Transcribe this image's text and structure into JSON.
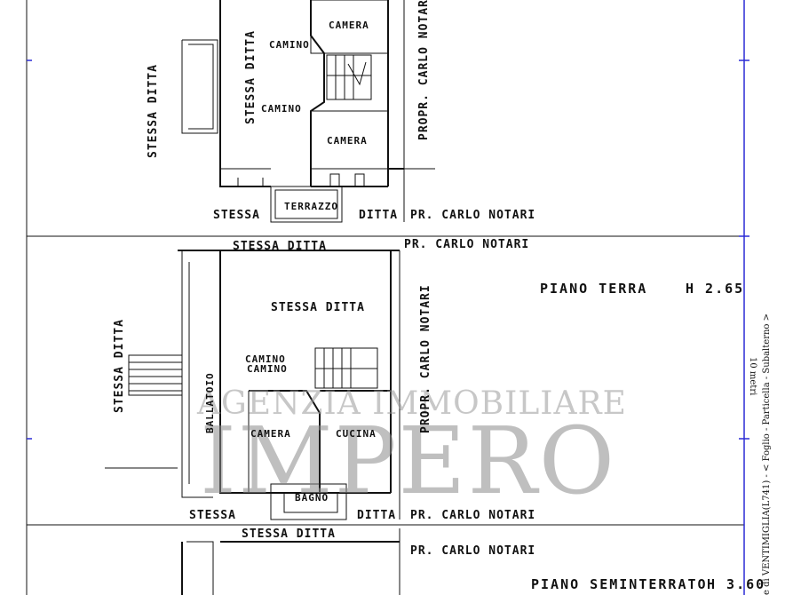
{
  "labels": {
    "camera_top": "CAMERA",
    "camino_top_1": "CAMINO",
    "camino_top_2": "CAMINO",
    "camera_top_2": "CAMERA",
    "stessa_ditta_vert_top": "STESSA DITTA",
    "stessa_ditta_vert_left_top": "STESSA DITTA",
    "propr_carlo_notari_top": "PROPR. CARLO NOTARI",
    "terrazzo": "TERRAZZO",
    "stessa_top_bottom": "STESSA",
    "ditta_top_bottom": "DITTA",
    "pr_carlo_notari_top_bottom": "PR. CARLO NOTARI",
    "stessa_ditta_ground_top": "STESSA DITTA",
    "pr_carlo_notari_ground_top": "PR. CARLO NOTARI",
    "stessa_ditta_ground_center": "STESSA DITTA",
    "stessa_ditta_ground_left": "STESSA DITTA",
    "ballatoio": "BALLATOIO",
    "camino_ground_1": "CAMINO",
    "camino_ground_2": "CAMINO",
    "propr_carlo_notari_ground": "PROPR. CARLO NOTARI",
    "camera_ground": "CAMERA",
    "cucina": "CUCINA",
    "bagno": "BAGNO",
    "stessa_ground_bottom": "STESSA",
    "ditta_ground_bottom": "DITTA",
    "pr_carlo_notari_ground_bottom": "PR. CARLO NOTARI",
    "stessa_ditta_basement": "STESSA DITTA",
    "pr_carlo_notari_basement": "PR. CARLO NOTARI",
    "piano_terra": "PIANO TERRA",
    "piano_terra_height": "H 2.65",
    "piano_seminterrato": "PIANO SEMINTERRATO",
    "piano_seminterrato_height": "H 3.60"
  },
  "side_text": {
    "vertical_ref": "e di VENTIMIGLIA(L741) - < Foglio - Particella - Subalterno >",
    "scale": "10 metri"
  },
  "watermark": {
    "line1": "AGENZIA IMMOBILIARE",
    "line2": "IMPERO"
  },
  "colors": {
    "ink": "#111111",
    "blue_rule": "#2b2bd6",
    "watermark": "#8c8c8c"
  }
}
